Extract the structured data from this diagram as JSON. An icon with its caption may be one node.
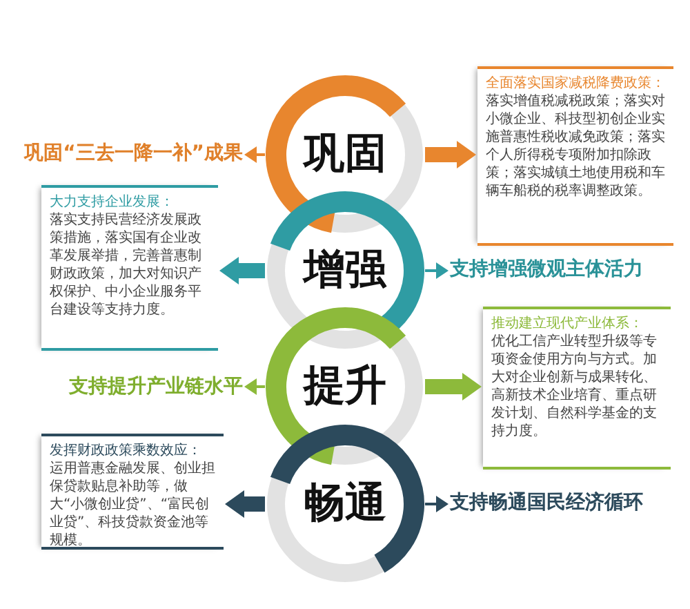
{
  "diagram": {
    "nodes": [
      {
        "text": [
          "巩固"
        ]
      },
      {
        "text": [
          "全面落实国家减税降费政策：",
          "落实增值税减税政策；落实对小微企业、科技型初创企业实施普惠性税收减免政策；落实个人所得税专项附加扣除政策；落实城镇土地使用税和车辆车船税的税率调整政策。"
        ]
      },
      {
        "text": [
          "巩固“三去一降一补”成果"
        ]
      },
      {
        "text": [
          "增强"
        ]
      },
      {
        "text": [
          "大力支持企业发展：",
          "落实支持民营经济发展政策措施，落实国有企业改革发展举措，完善普惠制财政政策，加大对知识产权保护、中小企业服务平台建设等支持力度。"
        ]
      },
      {
        "text": [
          "支持增强微观主体活力"
        ]
      },
      {
        "text": [
          "提升"
        ]
      },
      {
        "text": [
          "推动建立现代产业体系：",
          "优化工信产业转型升级等专项资金使用方向与方式。加大对企业创新与成果转化、高新技术企业培育、重点研发计划、自然科学基金的支持力度。"
        ]
      },
      {
        "text": [
          "支持提升产业链水平"
        ]
      },
      {
        "text": [
          "畅通"
        ]
      },
      {
        "text": [
          "发挥财政政策乘数效应：",
          "运用普惠金融发展、创业担保贷款贴息补助等，做大“小微创业贷”、“富民创业贷”、科技贷款资金池等规模。"
        ]
      },
      {
        "text": [
          "支持畅通国民经济循环"
        ]
      }
    ],
    "edges": [
      {
        "from": 0,
        "to": 1,
        "arrow": "to",
        "style": "thick",
        "color": "#e8862e"
      },
      {
        "from": 0,
        "to": 2,
        "arrow": "to",
        "color": "#e8862e"
      },
      {
        "from": 3,
        "to": 4,
        "arrow": "to",
        "style": "thick",
        "color": "#2f9ca3"
      },
      {
        "from": 3,
        "to": 5,
        "arrow": "to",
        "color": "#2f9ca3"
      },
      {
        "from": 6,
        "to": 7,
        "arrow": "to",
        "style": "thick",
        "color": "#8dba3b"
      },
      {
        "from": 6,
        "to": 8,
        "arrow": "to",
        "color": "#8dba3b"
      },
      {
        "from": 9,
        "to": 10,
        "arrow": "to",
        "style": "thick",
        "color": "#2c4a5c"
      },
      {
        "from": 9,
        "to": 11,
        "arrow": "to",
        "color": "#2c4a5c"
      }
    ]
  }
}
